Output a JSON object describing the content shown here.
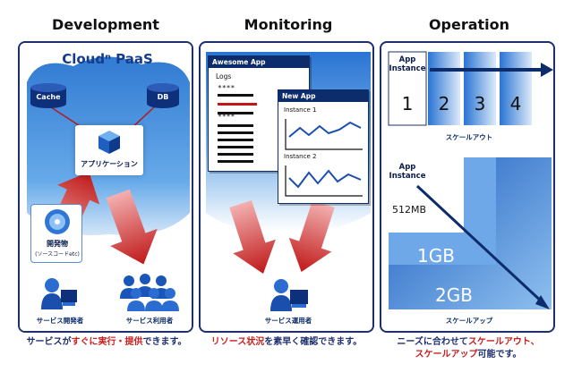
{
  "titles": {
    "development": "Development",
    "monitoring": "Monitoring",
    "operation": "Operation"
  },
  "development": {
    "brand": "Cloudⁿ PaaS",
    "cache": "Cache",
    "db": "DB",
    "application": "アプリケーション",
    "artifact": "開発物",
    "artifact_sub": "(ソースコードetc)",
    "developer": "サービス開発者",
    "users": "サービス利用者",
    "caption_pre": "サービスが",
    "caption_red": "すぐに実行・提供",
    "caption_post": "できます。"
  },
  "monitoring": {
    "app1_title": "Awesome App",
    "logs": "Logs",
    "app2_title": "New App",
    "instance1": "Instance 1",
    "instance2": "Instance 2",
    "operator": "サービス運用者",
    "caption_red": "リソース状況",
    "caption_post": "を素早く確認できます。"
  },
  "operation": {
    "app_instance": "App\nInstance",
    "scale_numbers": [
      "1",
      "2",
      "3",
      "4"
    ],
    "scale_out": "スケールアウト",
    "size_512": "512MB",
    "size_1gb": "1GB",
    "size_2gb": "2GB",
    "scale_up": "スケールアップ",
    "caption_line1_pre": "ニーズに合わせて",
    "caption_line1_red": "スケールアウト、",
    "caption_line2_red": "スケールアップ",
    "caption_line2_post": "可能です。"
  },
  "colors": {
    "navy": "#1e2f6e",
    "red": "#c81e1e",
    "sky": "#3f86d6"
  }
}
